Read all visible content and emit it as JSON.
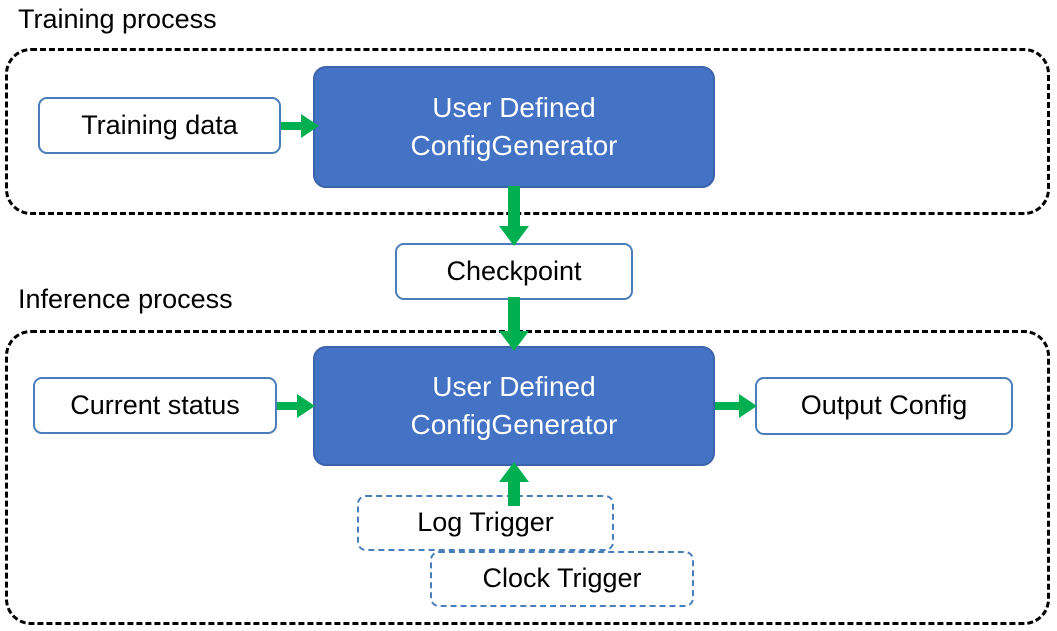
{
  "diagram": {
    "title_training": "Training process",
    "title_inference": "Inference process",
    "accent_blue": "#4472C4",
    "accent_green": "#00B050",
    "box_border_blue": "#4A7EBB",
    "container_border": "#000000",
    "background": "#FFFFFF"
  },
  "training_process": {
    "label": "Training process",
    "nodes": {
      "training_data": "Training data",
      "generator_line1": "User Defined",
      "generator_line2": "ConfigGenerator"
    }
  },
  "bridge": {
    "checkpoint": "Checkpoint"
  },
  "inference_process": {
    "label": "Inference process",
    "nodes": {
      "current_status": "Current status",
      "generator_line1": "User Defined",
      "generator_line2": "ConfigGenerator",
      "output_config": "Output Config",
      "log_trigger": "Log Trigger",
      "clock_trigger": "Clock Trigger"
    }
  },
  "edges": [
    {
      "from": "Training data",
      "to": "User Defined ConfigGenerator",
      "direction": "right"
    },
    {
      "from": "User Defined ConfigGenerator",
      "to": "Checkpoint",
      "direction": "down"
    },
    {
      "from": "Checkpoint",
      "to": "User Defined ConfigGenerator",
      "direction": "down"
    },
    {
      "from": "Current status",
      "to": "User Defined ConfigGenerator",
      "direction": "right"
    },
    {
      "from": "User Defined ConfigGenerator",
      "to": "Output Config",
      "direction": "right"
    },
    {
      "from": "Log Trigger / Clock Trigger",
      "to": "User Defined ConfigGenerator",
      "direction": "up"
    }
  ]
}
